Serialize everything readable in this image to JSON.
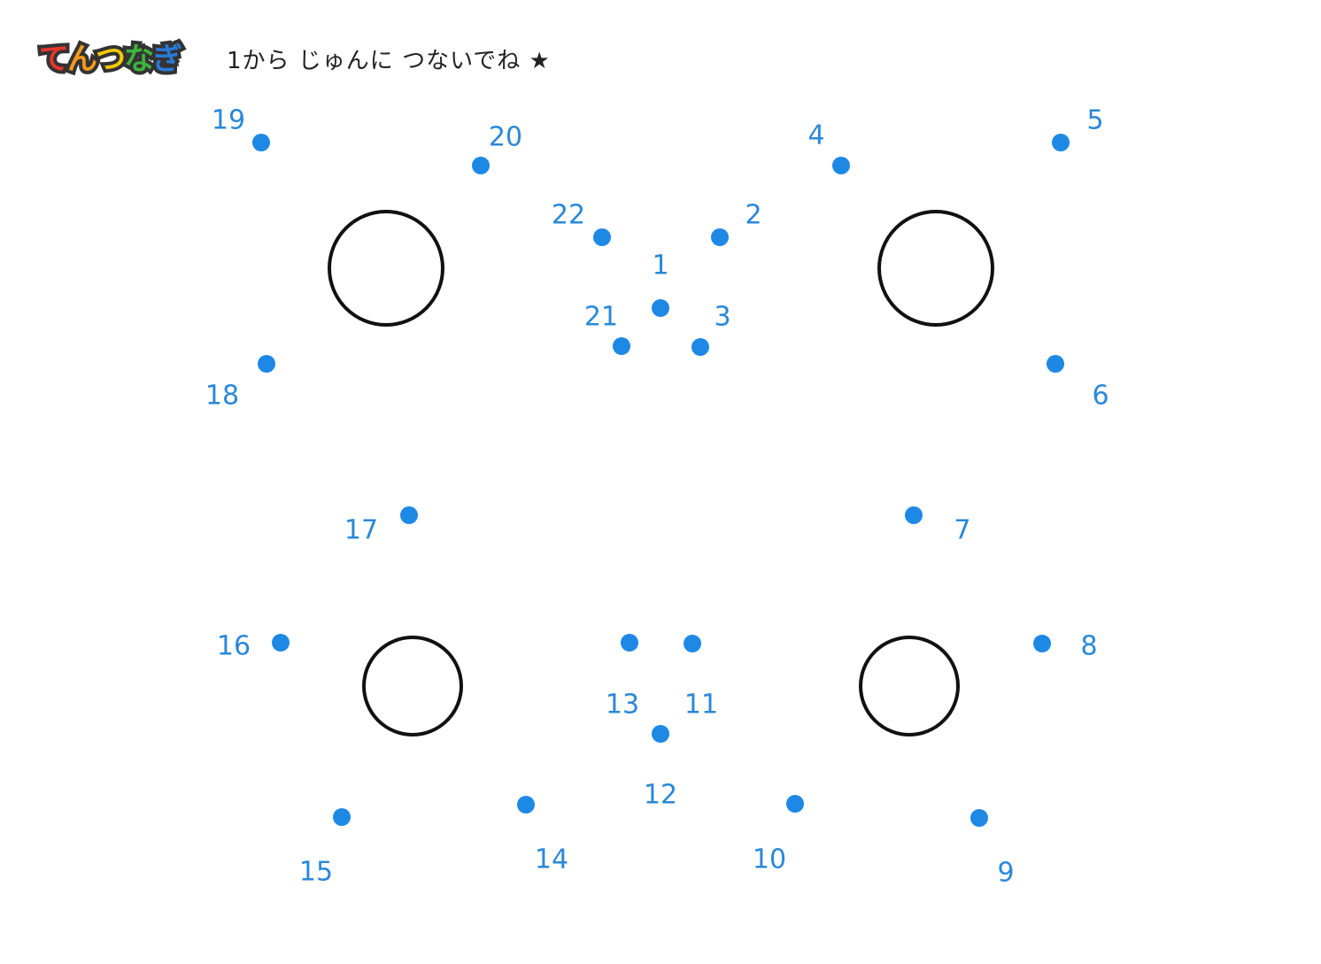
{
  "header": {
    "logo_text": "てんつなぎ",
    "logo_chars": [
      {
        "char": "て",
        "color": "#e8352b"
      },
      {
        "char": "ん",
        "color": "#f39a1b"
      },
      {
        "char": "つ",
        "color": "#f5c800"
      },
      {
        "char": "な",
        "color": "#3db43c"
      },
      {
        "char": "ぎ",
        "color": "#2a7ad8"
      }
    ],
    "instruction": "1から じゅんに つないでね ★"
  },
  "colors": {
    "dot": "#1e88e5",
    "number": "#2a88d8",
    "circle_stroke": "#111111"
  },
  "dots": [
    {
      "n": "1"
    },
    {
      "n": "2"
    },
    {
      "n": "3"
    },
    {
      "n": "4"
    },
    {
      "n": "5"
    },
    {
      "n": "6"
    },
    {
      "n": "7"
    },
    {
      "n": "8"
    },
    {
      "n": "9"
    },
    {
      "n": "10"
    },
    {
      "n": "11"
    },
    {
      "n": "12"
    },
    {
      "n": "13"
    },
    {
      "n": "14"
    },
    {
      "n": "15"
    },
    {
      "n": "16"
    },
    {
      "n": "17"
    },
    {
      "n": "18"
    },
    {
      "n": "19"
    },
    {
      "n": "20"
    },
    {
      "n": "21"
    },
    {
      "n": "22"
    }
  ],
  "circles_count": 4
}
